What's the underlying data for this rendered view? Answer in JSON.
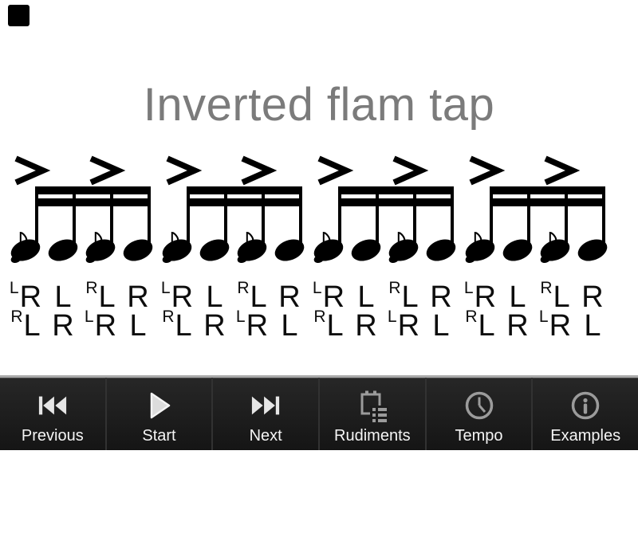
{
  "title": "Inverted flam tap",
  "score": {
    "groups": 4,
    "notes_per_group": 4,
    "accent_symbol": ">",
    "accent_note_indices": [
      0,
      2
    ],
    "flam_note_indices": [
      0,
      2
    ],
    "note_color": "#000000"
  },
  "sticking": {
    "row1": [
      {
        "grace": "L",
        "main": "R"
      },
      {
        "grace": null,
        "main": "L"
      },
      {
        "grace": "R",
        "main": "L"
      },
      {
        "grace": null,
        "main": "R"
      },
      {
        "grace": "L",
        "main": "R"
      },
      {
        "grace": null,
        "main": "L"
      },
      {
        "grace": "R",
        "main": "L"
      },
      {
        "grace": null,
        "main": "R"
      },
      {
        "grace": "L",
        "main": "R"
      },
      {
        "grace": null,
        "main": "L"
      },
      {
        "grace": "R",
        "main": "L"
      },
      {
        "grace": null,
        "main": "R"
      },
      {
        "grace": "L",
        "main": "R"
      },
      {
        "grace": null,
        "main": "L"
      },
      {
        "grace": "R",
        "main": "L"
      },
      {
        "grace": null,
        "main": "R"
      }
    ],
    "row2": [
      {
        "grace": "R",
        "main": "L"
      },
      {
        "grace": null,
        "main": "R"
      },
      {
        "grace": "L",
        "main": "R"
      },
      {
        "grace": null,
        "main": "L"
      },
      {
        "grace": "R",
        "main": "L"
      },
      {
        "grace": null,
        "main": "R"
      },
      {
        "grace": "L",
        "main": "R"
      },
      {
        "grace": null,
        "main": "L"
      },
      {
        "grace": "R",
        "main": "L"
      },
      {
        "grace": null,
        "main": "R"
      },
      {
        "grace": "L",
        "main": "R"
      },
      {
        "grace": null,
        "main": "L"
      },
      {
        "grace": "R",
        "main": "L"
      },
      {
        "grace": null,
        "main": "R"
      },
      {
        "grace": "L",
        "main": "R"
      },
      {
        "grace": null,
        "main": "L"
      }
    ]
  },
  "toolbar": {
    "items": [
      {
        "label": "Previous",
        "icon": "skip-previous-icon"
      },
      {
        "label": "Start",
        "icon": "play-icon"
      },
      {
        "label": "Next",
        "icon": "skip-next-icon"
      },
      {
        "label": "Rudiments",
        "icon": "rudiments-icon"
      },
      {
        "label": "Tempo",
        "icon": "clock-icon"
      },
      {
        "label": "Examples",
        "icon": "info-icon"
      }
    ],
    "background": "#1d1d1d",
    "label_color": "#f5f5f5",
    "playback_icon_color": "#e6e6e6",
    "secondary_icon_color": "#9b9b9b"
  },
  "colors": {
    "background": "#ffffff",
    "title": "#7b7b7b",
    "corner_marker": "#000000"
  }
}
